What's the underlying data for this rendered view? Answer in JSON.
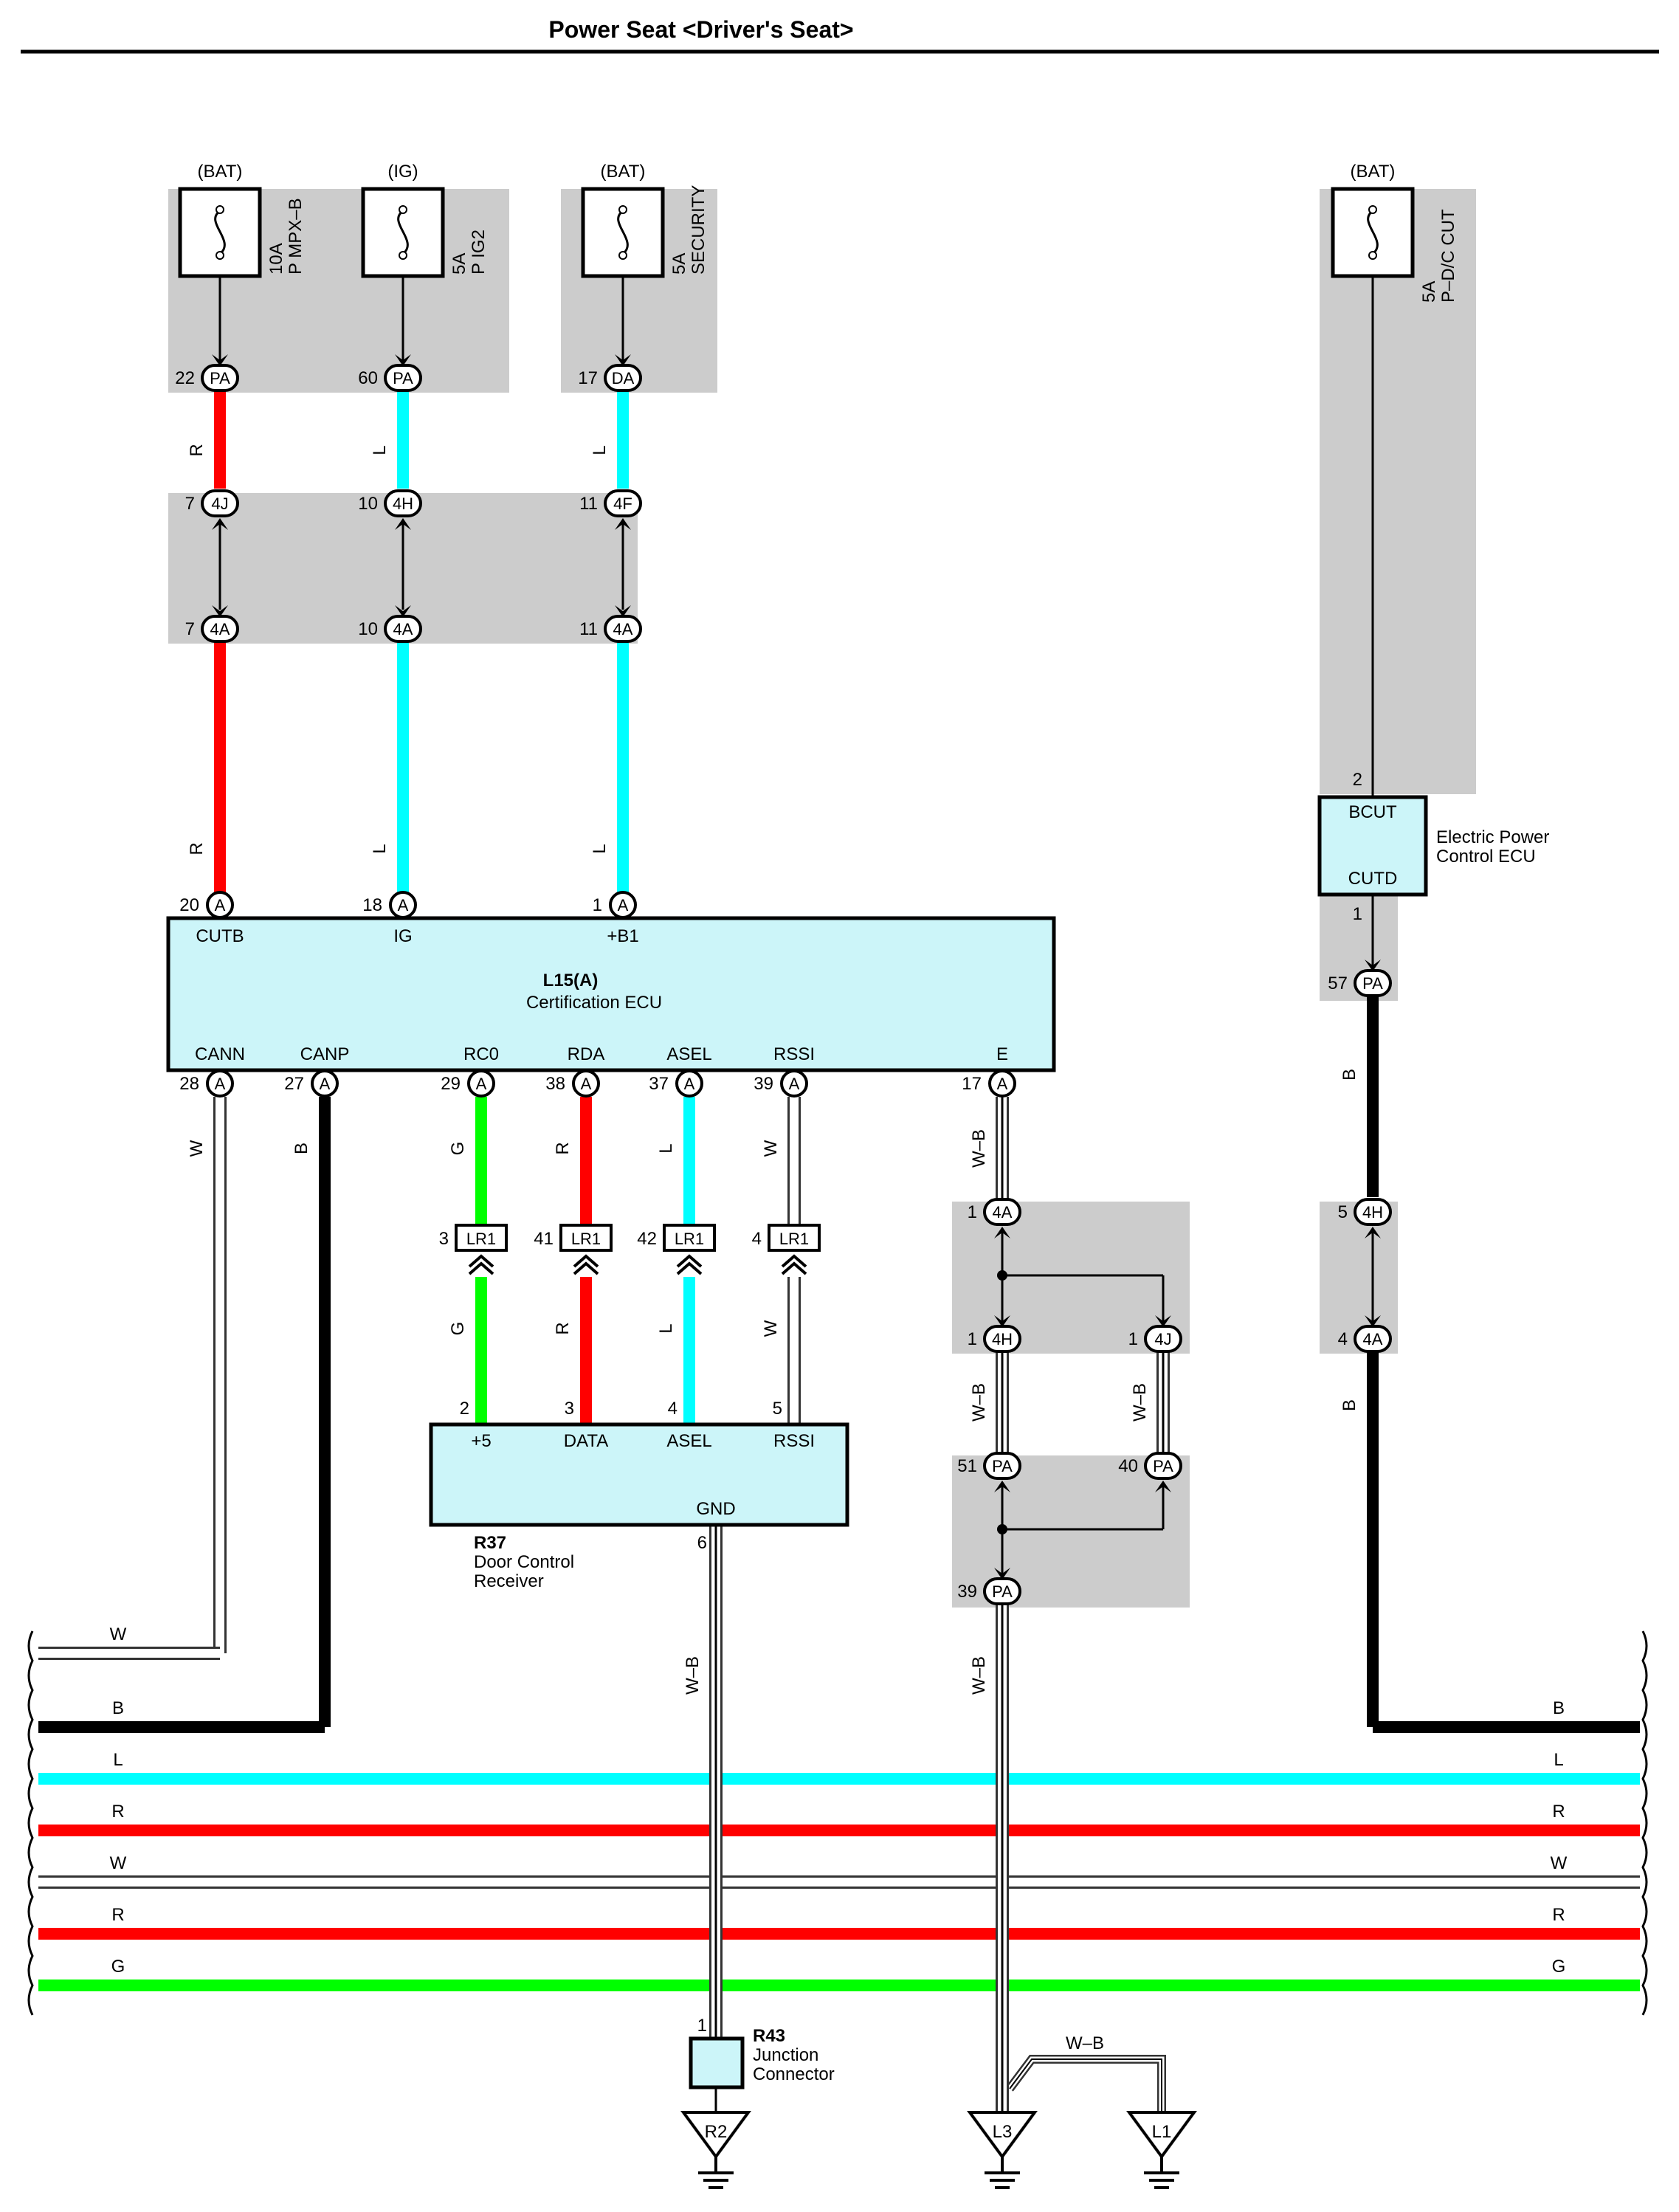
{
  "title": "Power Seat <Driver's Seat>",
  "colors": {
    "R": "#ff0000",
    "L": "#00ffff",
    "G": "#00ff00",
    "B": "#000000",
    "W": "#ffffff",
    "shade": "#cccccc",
    "ecu": "#ccf5f9"
  },
  "fuses": [
    {
      "supply": "(BAT)",
      "rating": "10A",
      "name": "P MPX–B",
      "conn_pin": "22",
      "conn": "PA"
    },
    {
      "supply": "(IG)",
      "rating": "5A",
      "name": "P IG2",
      "conn_pin": "60",
      "conn": "PA"
    },
    {
      "supply": "(BAT)",
      "rating": "5A",
      "name": "SECURITY",
      "conn_pin": "17",
      "conn": "DA"
    },
    {
      "supply": "(BAT)",
      "rating": "5A",
      "name": "P–D/C CUT"
    }
  ],
  "junction_top": [
    {
      "upper_pin": "7",
      "upper_conn": "4J",
      "lower_pin": "7",
      "lower_conn": "4A"
    },
    {
      "upper_pin": "10",
      "upper_conn": "4H",
      "lower_pin": "10",
      "lower_conn": "4A"
    },
    {
      "upper_pin": "11",
      "upper_conn": "4F",
      "lower_pin": "11",
      "lower_conn": "4A"
    }
  ],
  "wire_colors_top": [
    "R",
    "L",
    "L"
  ],
  "cert_ecu": {
    "code": "L15(A)",
    "name": "Certification ECU",
    "top_terms": [
      {
        "pin": "20",
        "conn": "A",
        "label": "CUTB"
      },
      {
        "pin": "18",
        "conn": "A",
        "label": "IG"
      },
      {
        "pin": "1",
        "conn": "A",
        "label": "+B1"
      }
    ],
    "bottom_terms": [
      {
        "pin": "28",
        "conn": "A",
        "label": "CANN",
        "wire": "W"
      },
      {
        "pin": "27",
        "conn": "A",
        "label": "CANP",
        "wire": "B"
      },
      {
        "pin": "29",
        "conn": "A",
        "label": "RC0",
        "wire": "G"
      },
      {
        "pin": "38",
        "conn": "A",
        "label": "RDA",
        "wire": "R"
      },
      {
        "pin": "37",
        "conn": "A",
        "label": "ASEL",
        "wire": "L"
      },
      {
        "pin": "39",
        "conn": "A",
        "label": "RSSI",
        "wire": "W"
      },
      {
        "pin": "17",
        "conn": "A",
        "label": "E",
        "wire": "W–B"
      }
    ]
  },
  "lr1": [
    {
      "pin": "3",
      "conn": "LR1"
    },
    {
      "pin": "41",
      "conn": "LR1"
    },
    {
      "pin": "42",
      "conn": "LR1"
    },
    {
      "pin": "4",
      "conn": "LR1"
    }
  ],
  "receiver": {
    "code": "R37",
    "name_l1": "Door Control",
    "name_l2": "Receiver",
    "terms": [
      {
        "pin": "2",
        "label": "+5",
        "wire": "G"
      },
      {
        "pin": "3",
        "label": "DATA",
        "wire": "R"
      },
      {
        "pin": "4",
        "label": "ASEL",
        "wire": "L"
      },
      {
        "pin": "5",
        "label": "RSSI",
        "wire": "W"
      }
    ],
    "gnd_label": "GND",
    "gnd_pin": "6",
    "gnd_wire": "W–B"
  },
  "ground_junction": [
    {
      "pin": "1",
      "conn": "4A"
    },
    {
      "pin": "1",
      "conn": "4H"
    },
    {
      "pin": "1",
      "conn": "4J"
    },
    {
      "pin": "51",
      "conn": "PA"
    },
    {
      "pin": "40",
      "conn": "PA"
    },
    {
      "pin": "39",
      "conn": "PA"
    }
  ],
  "wb_label": "W–B",
  "power_ecu": {
    "name_l1": "Electric Power",
    "name_l2": "Control ECU",
    "top_pin": "2",
    "top_label": "BCUT",
    "bottom_label": "CUTD",
    "bottom_pin": "1"
  },
  "right_path": [
    {
      "pin": "57",
      "conn": "PA"
    },
    {
      "pin": "5",
      "conn": "4H"
    },
    {
      "pin": "4",
      "conn": "4A"
    }
  ],
  "right_wire": "B",
  "bus": [
    {
      "label": "W"
    },
    {
      "label": "B"
    },
    {
      "label": "L"
    },
    {
      "label": "R"
    },
    {
      "label": "W"
    },
    {
      "label": "R"
    },
    {
      "label": "G"
    }
  ],
  "junction_connector": {
    "pin": "1",
    "code": "R43",
    "name_l1": "Junction",
    "name_l2": "Connector"
  },
  "grounds": [
    {
      "label": "R2"
    },
    {
      "label": "L3"
    },
    {
      "label": "L1"
    }
  ]
}
